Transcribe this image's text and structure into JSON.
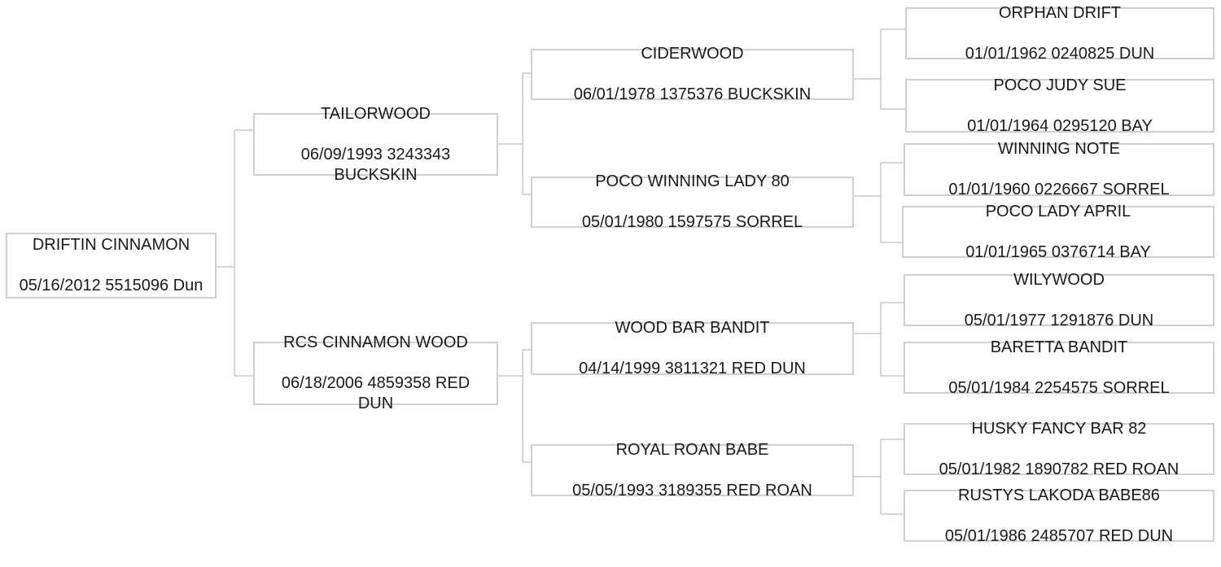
{
  "pedigree": {
    "subject": {
      "line1": "DRIFTIN CINNAMON",
      "line2": "05/16/2012 5515096 Dun"
    },
    "sire": {
      "line1": "TAILORWOOD",
      "line2": "06/09/1993 3243343\nBUCKSKIN"
    },
    "dam": {
      "line1": "RCS CINNAMON WOOD",
      "line2": "06/18/2006 4859358 RED\nDUN"
    },
    "sire_sire": {
      "line1": "CIDERWOOD",
      "line2": "06/01/1978 1375376 BUCKSKIN"
    },
    "sire_dam": {
      "line1": "POCO WINNING LADY 80",
      "line2": "05/01/1980 1597575 SORREL"
    },
    "dam_sire": {
      "line1": "WOOD BAR BANDIT",
      "line2": "04/14/1999 3811321 RED DUN"
    },
    "dam_dam": {
      "line1": "ROYAL ROAN BABE",
      "line2": "05/05/1993 3189355 RED ROAN"
    },
    "ss_sire": {
      "line1": "ORPHAN DRIFT",
      "line2": "01/01/1962 0240825 DUN"
    },
    "ss_dam": {
      "line1": "POCO JUDY SUE",
      "line2": "01/01/1964 0295120 BAY"
    },
    "sd_sire": {
      "line1": "WINNING NOTE",
      "line2": "01/01/1960 0226667 SORREL"
    },
    "sd_dam": {
      "line1": "POCO LADY APRIL",
      "line2": "01/01/1965 0376714 BAY"
    },
    "ds_sire": {
      "line1": "WILYWOOD",
      "line2": "05/01/1977 1291876 DUN"
    },
    "ds_dam": {
      "line1": "BARETTA BANDIT",
      "line2": "05/01/1984 2254575 SORREL"
    },
    "dd_sire": {
      "line1": "HUSKY FANCY BAR   82",
      "line2": "05/01/1982 1890782 RED ROAN"
    },
    "dd_dam": {
      "line1": "RUSTYS LAKODA BABE86",
      "line2": "05/01/1986 2485707 RED DUN"
    }
  },
  "colors": {
    "border": "#cfcfcf",
    "connector": "#c8c8c8",
    "text": "#1a1a1a"
  }
}
